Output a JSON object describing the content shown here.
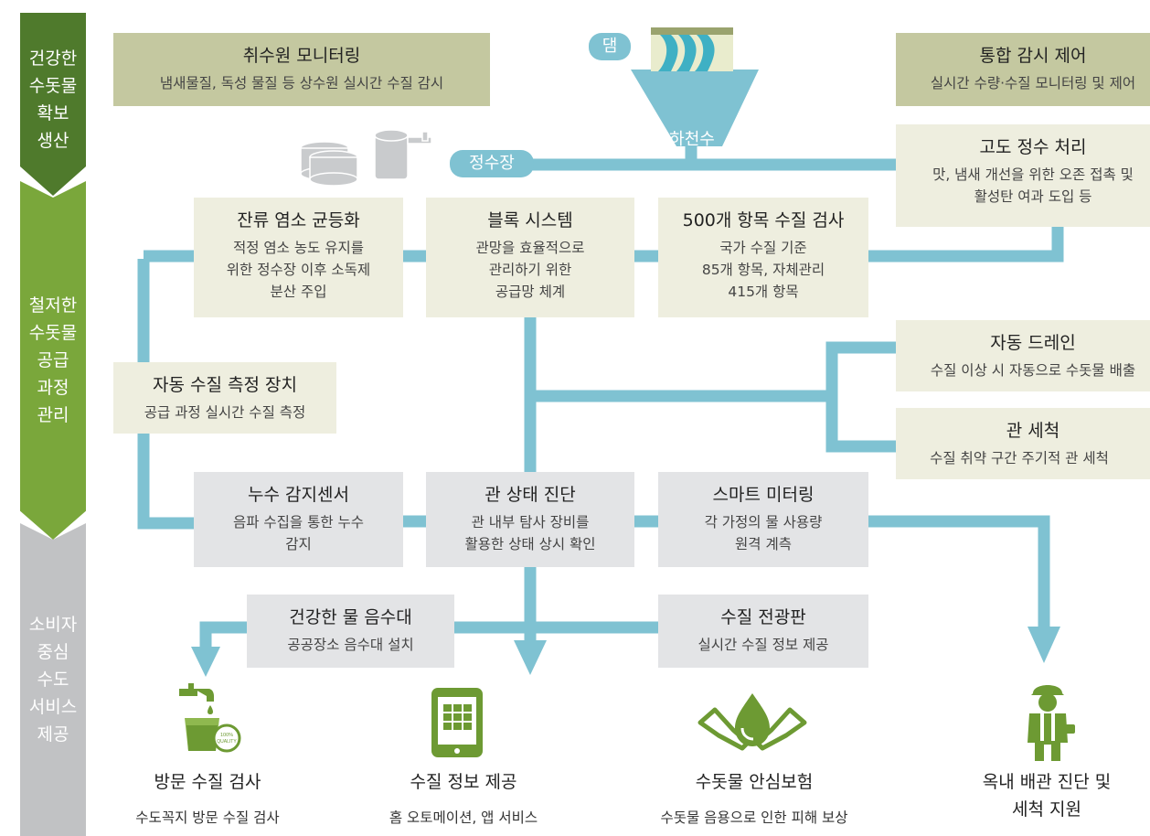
{
  "sidebar": [
    {
      "label": "건강한\n수돗물\n확보\n생산",
      "color": "#4f7a2c"
    },
    {
      "label": "철저한\n수돗물\n공급\n과정\n관리",
      "color": "#7aa73b"
    },
    {
      "label": "소비자\n중심\n수도\n서비스\n제공",
      "color": "#c1c2c4"
    }
  ],
  "labels": {
    "dam": "댐",
    "river": "하천수",
    "plant": "정수장"
  },
  "boxes": {
    "source_monitoring": {
      "title": "취수원 모니터링",
      "sub": "냄새물질, 독성 물질 등 상수원 실시간 수질 감시"
    },
    "integrated_control": {
      "title": "통합 감시 제어",
      "sub": "실시간 수량·수질 모니터링 및 제어"
    },
    "advanced_treatment": {
      "title": "고도 정수 처리",
      "sub": "맛, 냄새 개선을 위한 오존 접촉 및\n활성탄 여과 도입 등"
    },
    "chlorine": {
      "title": "잔류 염소 균등화",
      "sub": "적정 염소 농도 유지를\n위한 정수장 이후 소독제\n분산 주입"
    },
    "block": {
      "title": "블록 시스템",
      "sub": "관망을 효율적으로\n관리하기 위한\n공급망 체계"
    },
    "inspection500": {
      "title": "500개 항목 수질 검사",
      "sub": "국가 수질 기준\n85개 항목, 자체관리\n415개 항목"
    },
    "auto_drain": {
      "title": "자동 드레인",
      "sub": "수질 이상 시 자동으로 수돗물 배출"
    },
    "auto_measure": {
      "title": "자동 수질 측정 장치",
      "sub": "공급 과정 실시간 수질 측정"
    },
    "pipe_clean": {
      "title": "관 세척",
      "sub": "수질 취약 구간 주기적 관 세척"
    },
    "leak": {
      "title": "누수 감지센서",
      "sub": "음파 수집을 통한 누수\n감지"
    },
    "pipe_diag": {
      "title": "관 상태 진단",
      "sub": "관 내부 탐사 장비를\n활용한 상태 상시 확인"
    },
    "smart_meter": {
      "title": "스마트 미터링",
      "sub": "각 가정의 물 사용량\n원격 계측"
    },
    "fountain": {
      "title": "건강한 물 음수대",
      "sub": "공공장소 음수대 설치"
    },
    "display": {
      "title": "수질 전광판",
      "sub": "실시간 수질 정보 제공"
    }
  },
  "bottom": {
    "visit": {
      "title": "방문 수질 검사",
      "sub": "수도꼭지 방문 수질 검사"
    },
    "info": {
      "title": "수질 정보 제공",
      "sub": "홈 오토메이션, 앱 서비스"
    },
    "insurance": {
      "title": "수돗물 안심보험",
      "sub": "수돗물 음용으로 인한 피해 보상"
    },
    "indoor": {
      "title": "옥내 배관 진단 및\n세척 지원",
      "sub": ""
    }
  },
  "icon_texts": {
    "badge": "100%\nQUALITY"
  },
  "colors": {
    "pipe": "#7fc2d2",
    "dark_green": "#4f7a2c",
    "light_green": "#7aa73b",
    "gray": "#c1c2c4",
    "icon_green": "#6d9a33"
  }
}
